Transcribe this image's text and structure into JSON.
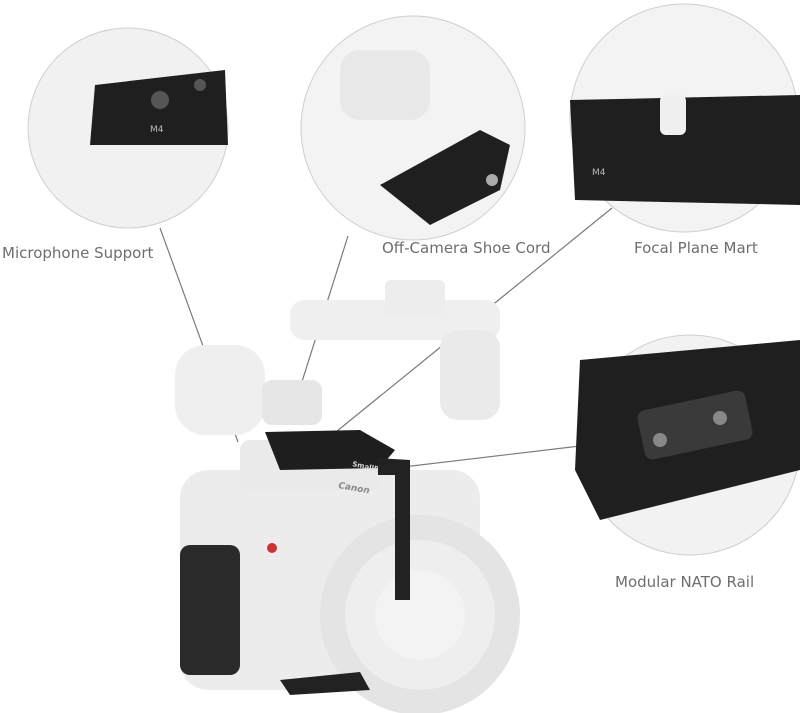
{
  "callouts": [
    {
      "label": "Microphone Support",
      "detail_text": "M4"
    },
    {
      "label": "Off-Camera Shoe Cord"
    },
    {
      "label": "Focal Plane Mart",
      "detail_text": "M4"
    },
    {
      "label": "Modular NATO Rail"
    }
  ],
  "camera": {
    "brand_mark": "Canon",
    "cage_brand": "SmallRig"
  },
  "colors": {
    "label": "#6e6e6e",
    "leader_line": "#7a7a7a",
    "cage": "#1e1e1e",
    "ghost_body": "#ececec"
  }
}
